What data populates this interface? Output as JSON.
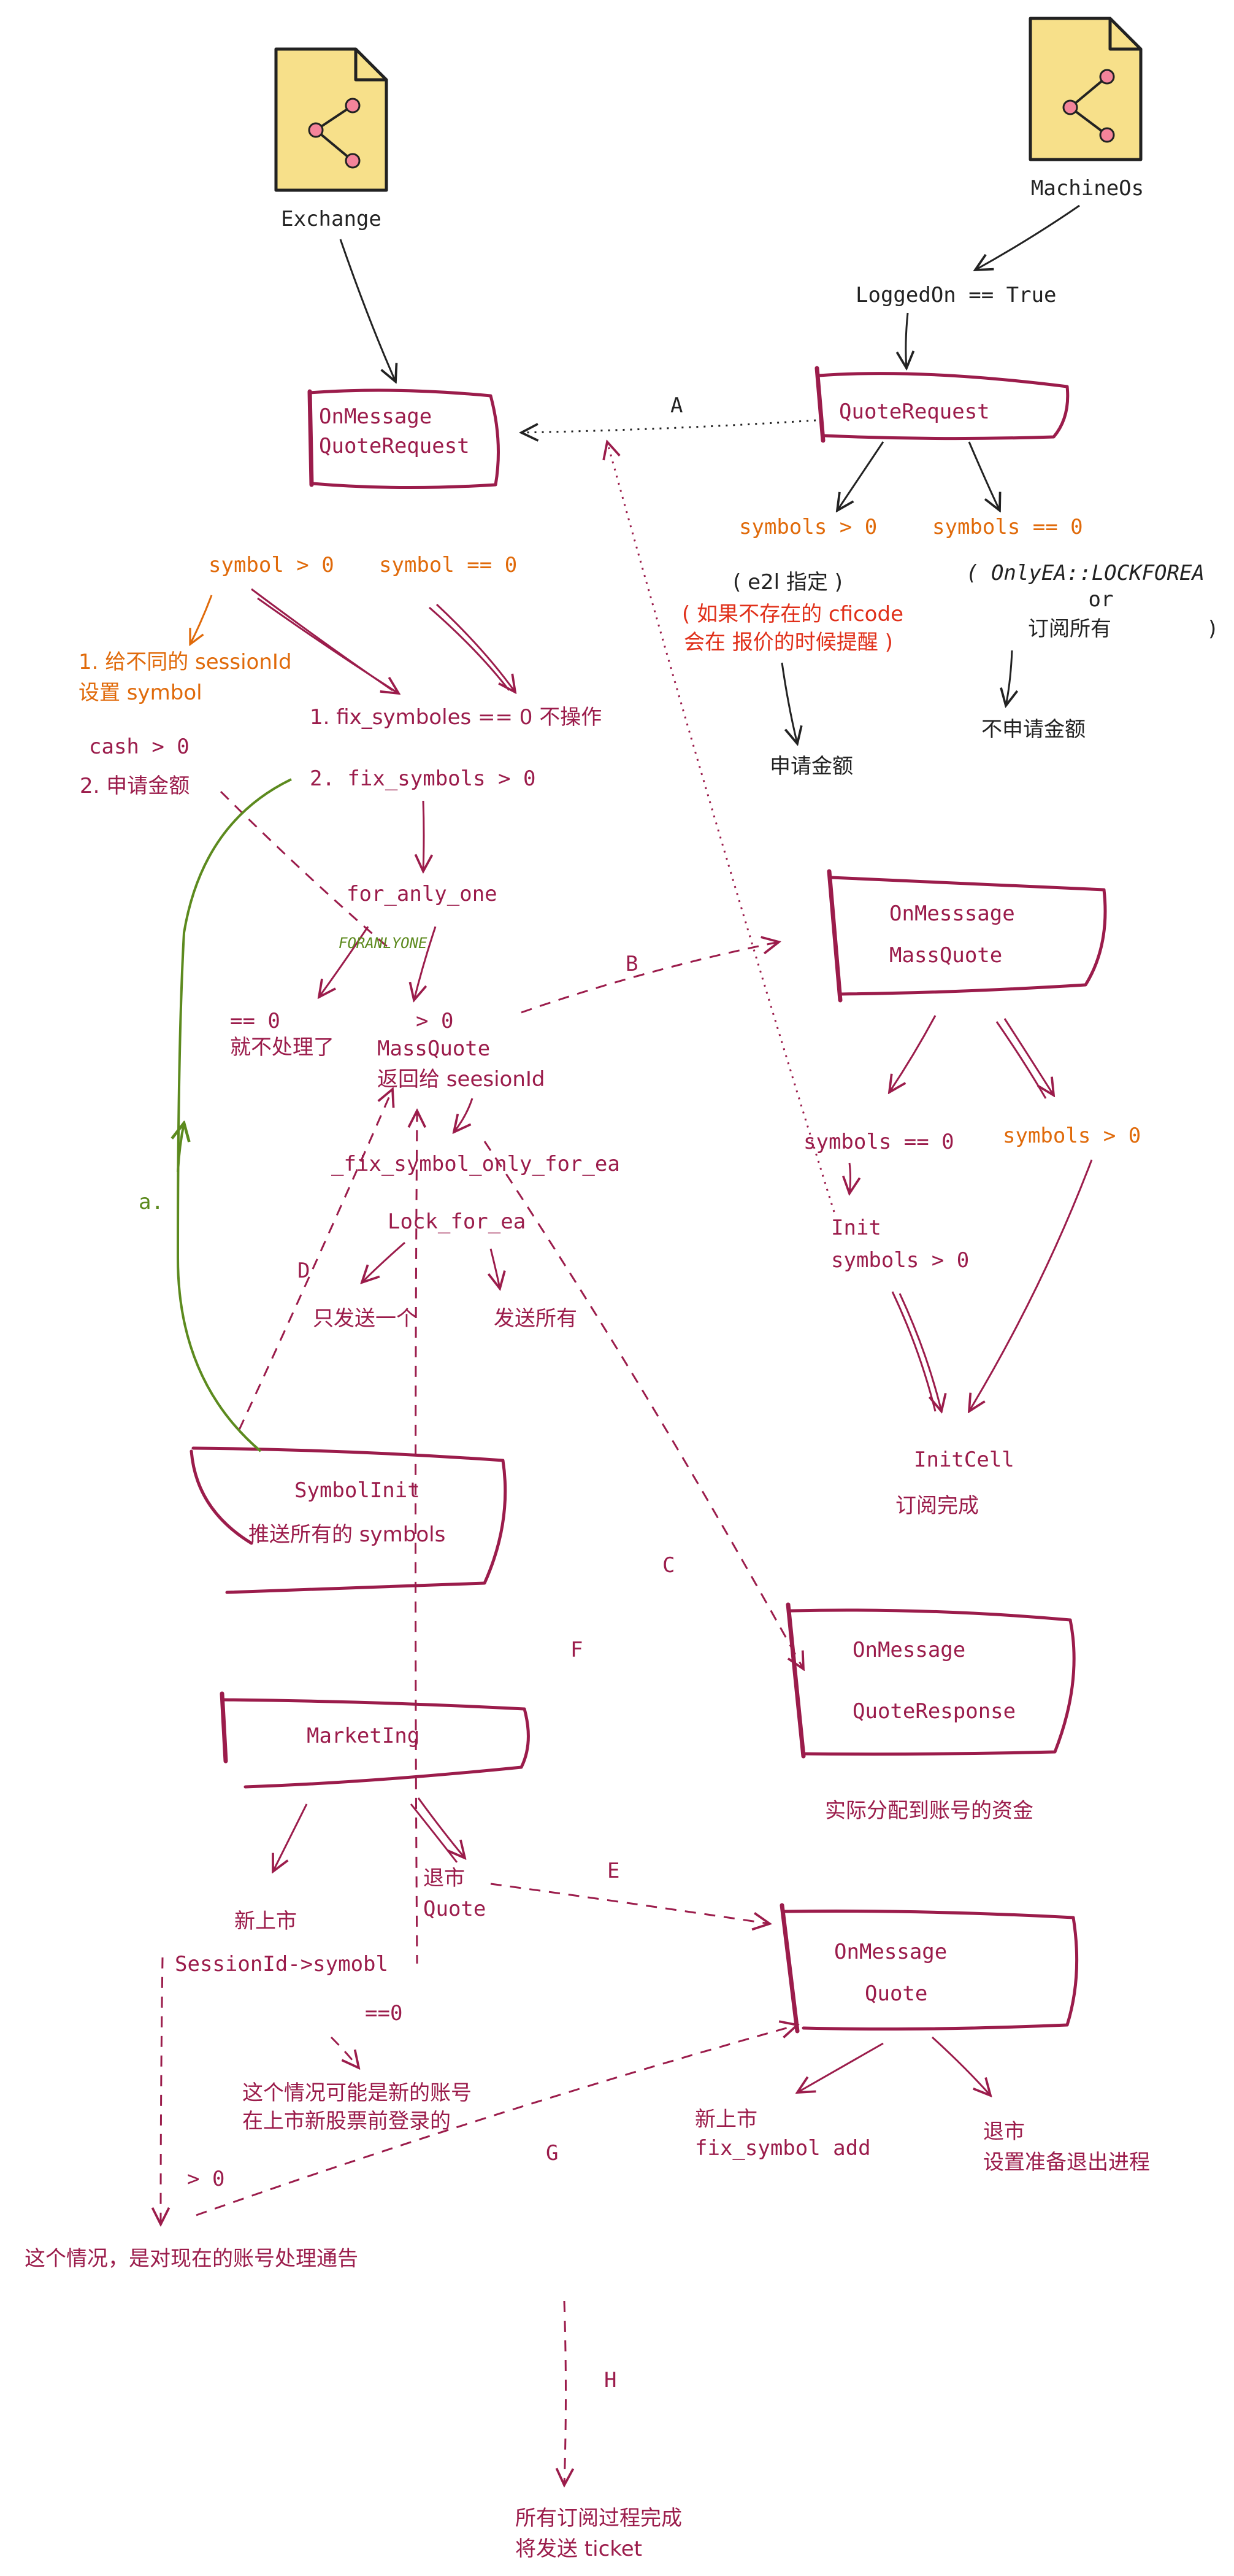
{
  "colors": {
    "maroon": "#9b1c4b",
    "orange": "#e06a0a",
    "green": "#5c8a1e",
    "black": "#222222",
    "file_fill": "#f7e08a",
    "node_fill": "#f4849a"
  },
  "icons": {
    "exchange": "share-file-icon",
    "machineos": "share-file-icon"
  },
  "labels": {
    "exchange": "Exchange",
    "machineos": "MachineOs",
    "logged_on": "LoggedOn == True",
    "onmsg_qr_1": "OnMessage",
    "onmsg_qr_2": "QuoteRequest",
    "quoterequest": "QuoteRequest",
    "edge_a": "A",
    "symbols_gt0_r": "symbols > 0",
    "symbols_eq0_r": "symbols == 0",
    "e2l": "( e2l 指定 )",
    "cficode_1": "( 如果不存在的 cficode",
    "cficode_2": "会在 报价的时候提醒 )",
    "apply_amount_r": "申请金额",
    "onlyea_1": "( OnlyEA::LOCKFOREA",
    "onlyea_or": "or",
    "onlyea_2": "订阅所有",
    "onlyea_close": ")",
    "no_apply": "不申请金额",
    "symbol_gt0": "symbol > 0",
    "symbol_eq0": "symbol == 0",
    "diff_session_1": "1. 给不同的 sessionId",
    "diff_session_2": "设置 symbol",
    "cash_gt0": "cash > 0",
    "apply_amount_l": "2. 申请金额",
    "fix_symboles_eq0": "1. fix_symboles == 0 不操作",
    "fix_symbols_gt0": "2. fix_symbols > 0",
    "for_anly_one": "for_anly_one",
    "foranlyone": "FORANLYONE",
    "eq0": "== 0",
    "no_process": "就不处理了",
    "gt0": "> 0",
    "massquote": "MassQuote",
    "return_session": "返回给 seesionId",
    "fix_only_ea": "_fix_symbol_only_for_ea",
    "lock_for_ea": "Lock_for_ea",
    "send_one": "只发送一个",
    "send_all": "发送所有",
    "edge_b": "B",
    "edge_c": "C",
    "edge_d": "D",
    "edge_e": "E",
    "edge_f": "F",
    "edge_g": "G",
    "edge_h": "H",
    "edge_a_green": "a.",
    "onmsg_mq_1": "OnMesssage",
    "onmsg_mq_2": "MassQuote",
    "mq_symbols_eq0": "symbols == 0",
    "mq_symbols_gt0": "symbols > 0",
    "init": "Init",
    "init_symbols_gt0": "symbols > 0",
    "initcell": "InitCell",
    "sub_done": "订阅完成",
    "symbolinit": "SymbolInit",
    "push_all": "推送所有的 symbols",
    "onmsg_qresp_1": "OnMessage",
    "onmsg_qresp_2": "QuoteResponse",
    "actual_alloc": "实际分配到账号的资金",
    "marketing": "MarketIng",
    "new_listing": "新上市",
    "session_symbol": "SessionId->symobl",
    "delist": "退市",
    "quote_word": "Quote",
    "eq0b": "==0",
    "new_account_1": "这个情况可能是新的账号",
    "new_account_2": "在上市新股票前登录的",
    "gt0b": "> 0",
    "existing_account": "这个情况，是对现在的账号处理通告",
    "onmsg_quote_1": "OnMessage",
    "onmsg_quote_2": "Quote",
    "new_list_r": "新上市",
    "fix_symbol_add": "fix_symbol add",
    "delist_r": "退市",
    "prepare_exit": "设置准备退出进程",
    "all_done_1": "所有订阅过程完成",
    "all_done_2": "将发送 ticket"
  }
}
